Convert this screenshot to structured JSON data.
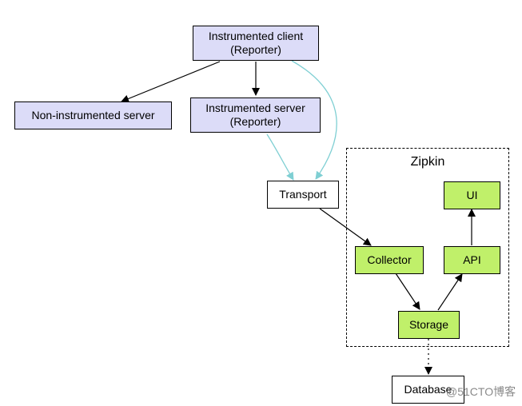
{
  "nodes": {
    "instrumented_client": {
      "line1": "Instrumented client",
      "line2": "(Reporter)"
    },
    "non_instrumented_server": {
      "label": "Non-instrumented server"
    },
    "instrumented_server": {
      "line1": "Instrumented server",
      "line2": "(Reporter)"
    },
    "transport": {
      "label": "Transport"
    },
    "collector": {
      "label": "Collector"
    },
    "api": {
      "label": "API"
    },
    "ui": {
      "label": "UI"
    },
    "storage": {
      "label": "Storage"
    },
    "database": {
      "label": "Database"
    }
  },
  "cluster": {
    "label": "Zipkin"
  },
  "watermark": {
    "text": "@51CTO博客"
  },
  "colors": {
    "reporter_fill": "#dcdcf8",
    "zipkin_fill": "#c0f06a",
    "reporter_edge": "#7fcfd3",
    "edge": "#000000"
  }
}
